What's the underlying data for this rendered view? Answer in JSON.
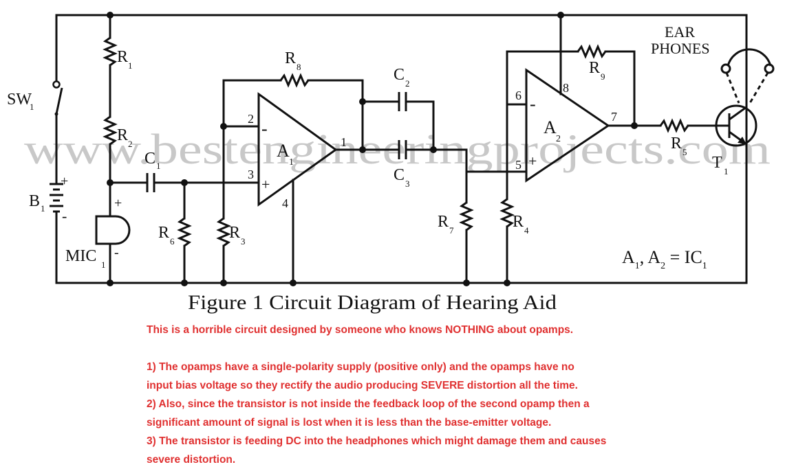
{
  "watermark": "www.bestengineeringprojects.com",
  "caption": "Figure 1 Circuit Diagram of Hearing Aid",
  "labels": {
    "sw": "SW",
    "sw_sub": "1",
    "battery": "B",
    "battery_sub": "1",
    "mic": "MIC",
    "mic_sub": "1",
    "r1": "R",
    "r1_sub": "1",
    "r2": "R",
    "r2_sub": "2",
    "r3": "R",
    "r3_sub": "3",
    "r4": "R",
    "r4_sub": "4",
    "r5": "R",
    "r5_sub": "5",
    "r6": "R",
    "r6_sub": "6",
    "r7": "R",
    "r7_sub": "7",
    "r8": "R",
    "r8_sub": "8",
    "r9": "R",
    "r9_sub": "9",
    "c1": "C",
    "c1_sub": "1",
    "c2": "C",
    "c2_sub": "2",
    "c3": "C",
    "c3_sub": "3",
    "a1": "A",
    "a1_sub": "1",
    "a2": "A",
    "a2_sub": "2",
    "t1": "T",
    "t1_sub": "1",
    "ear1": "EAR",
    "ear2": "PHONES",
    "ic_note_a": "A",
    "ic_note_a1": "1",
    "ic_note_mid": ", A",
    "ic_note_a2": "2",
    "ic_note_eq": " = IC",
    "ic_note_ic": "1",
    "pin_a1_2": "2",
    "pin_a1_3": "3",
    "pin_a1_1": "1",
    "pin_a1_4": "4",
    "pin_a2_6": "6",
    "pin_a2_8": "8",
    "pin_a2_7": "7",
    "pin_a2_5": "5",
    "minus": "-",
    "plus": "+"
  },
  "notes": {
    "intro": "This is a horrible circuit designed by someone who knows NOTHING about opamps.",
    "p1a": "1) The opamps have a single-polarity supply (positive only) and the opamps have no",
    "p1b": "input bias voltage so they rectify the audio producing SEVERE distortion all the time.",
    "p2a": "2) Also, since the transistor is not inside the feedback loop of the second opamp then a",
    "p2b": "significant amount of signal is lost when it is less than the base-emitter voltage.",
    "p3a": "3) The transistor is feeding DC into the headphones which might damage them and causes",
    "p3b": "severe distortion."
  },
  "colors": {
    "ink": "#111111",
    "note_red": "#e03030",
    "watermark": "#c8c8c8"
  }
}
